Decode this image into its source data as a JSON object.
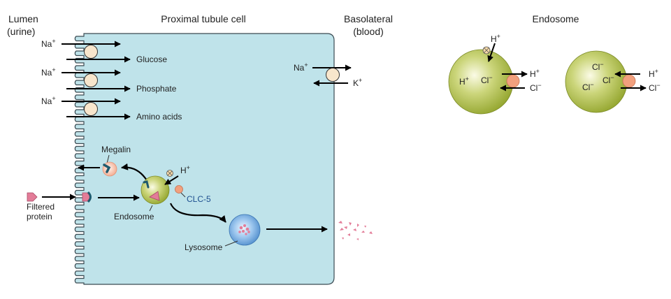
{
  "headers": {
    "lumen_line1": "Lumen",
    "lumen_line2": "(urine)",
    "cell": "Proximal tubule cell",
    "basolateral_line1": "Basolateral",
    "basolateral_line2": "(blood)",
    "endosome": "Endosome"
  },
  "ions": {
    "na": "Na",
    "k": "K",
    "h": "H",
    "cl": "Cl",
    "plus": "+",
    "minus": "−"
  },
  "substrates": {
    "glucose": "Glucose",
    "phosphate": "Phosphate",
    "amino_acids": "Amino acids"
  },
  "labels": {
    "megalin": "Megalin",
    "filtered_line1": "Filtered",
    "filtered_line2": "protein",
    "endosome": "Endosome",
    "clc5": "CLC-5",
    "lysosome": "Lysosome"
  },
  "colors": {
    "cell_fill": "#bfe3ea",
    "endosome_green": "#aab83c",
    "transporter": "#f8e6cc",
    "channel": "#f2a07e",
    "protein": "#e37c98",
    "megalin": "#1f5a6e",
    "lysosome": "#5f9fd6"
  }
}
